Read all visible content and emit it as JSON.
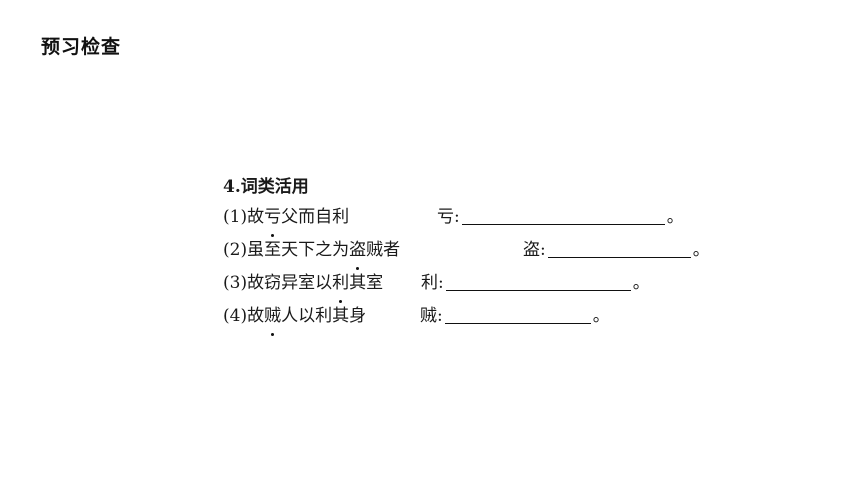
{
  "title": "预习检查",
  "section": {
    "number": "4",
    "dot": ".",
    "heading": "词类活用"
  },
  "items": [
    {
      "label": "(1)",
      "before": "故",
      "marked": "亏",
      "after": "父而自利",
      "target": "亏",
      "colon": ":",
      "end": "。"
    },
    {
      "label": "(2)",
      "before": "虽至天下之为",
      "marked": "盗",
      "after": "贼者",
      "target": "盗",
      "colon": ":",
      "end": "。"
    },
    {
      "label": "(3)",
      "before": "故窃异室以",
      "marked": "利",
      "after": "其室",
      "target": "利",
      "colon": ":",
      "end": "。"
    },
    {
      "label": "(4)",
      "before": "故",
      "marked": "贼",
      "after": "人以利其身",
      "target": "贼",
      "colon": ":",
      "end": "。"
    }
  ]
}
